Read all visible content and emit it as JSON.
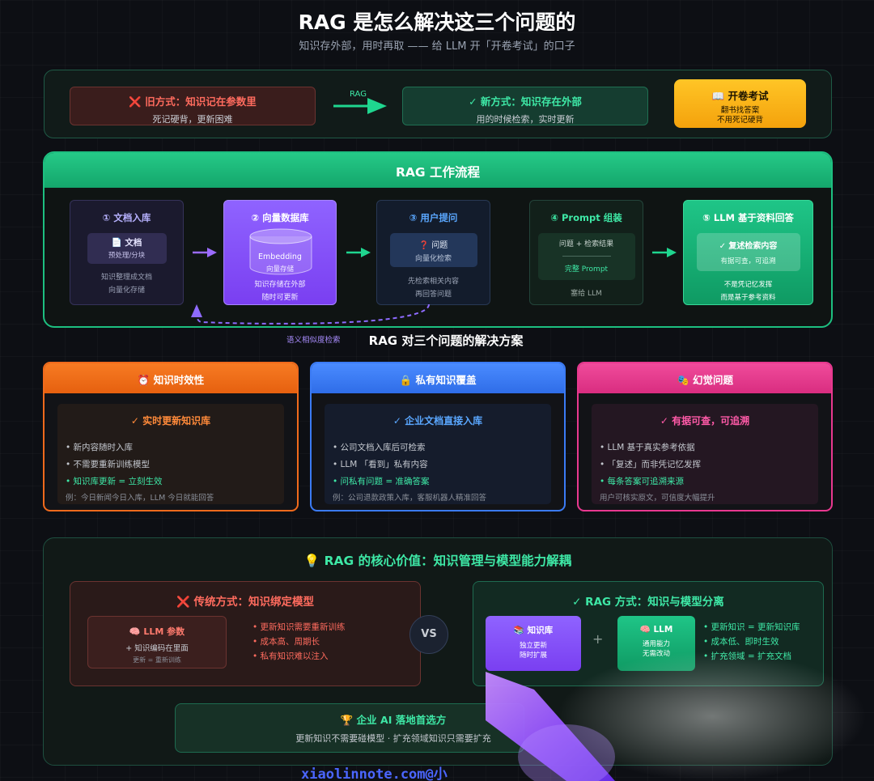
{
  "header": {
    "title": "RAG 是怎么解决这三个问题的",
    "subtitle": "知识存外部，用时再取 —— 给 LLM 开「开卷考试」的口子"
  },
  "compare": {
    "old_title": "❌ 旧方式：知识记在参数里",
    "old_desc": "死记硬背，更新困难",
    "arrow_label": "RAG",
    "new_title": "✓ 新方式：知识存在外部",
    "new_desc": "用的时候检索，实时更新",
    "exam_title": "📖 开卷考试",
    "exam_line1": "翻书找答案",
    "exam_line2": "不用死记硬背"
  },
  "flow": {
    "title": "RAG 工作流程",
    "steps": [
      {
        "title": "① 文档入库",
        "inner_a": "📄 文档",
        "inner_b": "预处理/分块",
        "foot1": "知识整理成文档",
        "foot2": "向量化存储"
      },
      {
        "title": "② 向量数据库",
        "inner_a": "Embedding",
        "inner_b": "向量存储",
        "foot1": "知识存储在外部",
        "foot2": "随时可更新"
      },
      {
        "title": "③ 用户提问",
        "inner_a": "❓ 问题",
        "inner_b": "向量化检索",
        "foot1": "先检索相关内容",
        "foot2": "再回答问题"
      },
      {
        "title": "④ Prompt 组装",
        "inner_a": "问题 + 检索结果",
        "inner_b": "完整 Prompt",
        "foot1": "塞给 LLM"
      },
      {
        "title": "⑤ LLM 基于资料回答",
        "inner_a": "✓ 复述检索内容",
        "inner_b": "有据可查，可追溯",
        "foot1": "不是凭记忆发挥",
        "foot2": "而是基于参考资料"
      }
    ],
    "loop_label": "语义相似度检索"
  },
  "solutions": {
    "title": "RAG 对三个问题的解决方案",
    "cards": [
      {
        "head": "⏰ 知识时效性",
        "sub": "✓ 实时更新知识库",
        "items": [
          "• 新内容随时入库",
          "• 不需要重新训练模型",
          "• 知识库更新 = 立刻生效"
        ],
        "example": "例：今日新闻今日入库，LLM 今日就能回答"
      },
      {
        "head": "🔒 私有知识覆盖",
        "sub": "✓ 企业文档直接入库",
        "items": [
          "• 公司文档入库后可检索",
          "• LLM 「看到」私有内容",
          "• 问私有问题 = 准确答案"
        ],
        "example": "例：公司退款政策入库，客服机器人精准回答"
      },
      {
        "head": "🎭 幻觉问题",
        "sub": "✓ 有据可查，可追溯",
        "items": [
          "• LLM 基于真实参考依据",
          "• 「复述」而非凭记忆发挥",
          "• 每条答案可追溯来源"
        ],
        "example": "用户可核实原文，可信度大幅提升"
      }
    ]
  },
  "core": {
    "title": "💡 RAG 的核心价值：知识管理与模型能力解耦",
    "trad_title": "❌ 传统方式：知识绑定模型",
    "llm_param": "🧠 LLM 参数",
    "llm_param_b": "+ 知识编码在里面",
    "llm_param_c": "更新 = 重新训练",
    "trad_items": [
      "• 更新知识需要重新训练",
      "• 成本高、周期长",
      "• 私有知识难以注入"
    ],
    "vs": "VS",
    "rag_title": "✓ RAG 方式：知识与模型分离",
    "kb_title": "📚 知识库",
    "kb_l1": "独立更新",
    "kb_l2": "随时扩展",
    "plus": "+",
    "llm_title": "🧠 LLM",
    "llm_l1": "通用能力",
    "llm_l2": "无需改动",
    "rag_items": [
      "• 更新知识 = 更新知识库",
      "• 成本低、即时生效",
      "• 扩充领域 = 扩充文档"
    ],
    "pick_title": "🏆 企业 AI 落地首选方",
    "pick_desc": "更新知识不需要碰模型 · 扩充领域知识只需要扩充"
  },
  "watermark": "xiaolinnote.com@小"
}
